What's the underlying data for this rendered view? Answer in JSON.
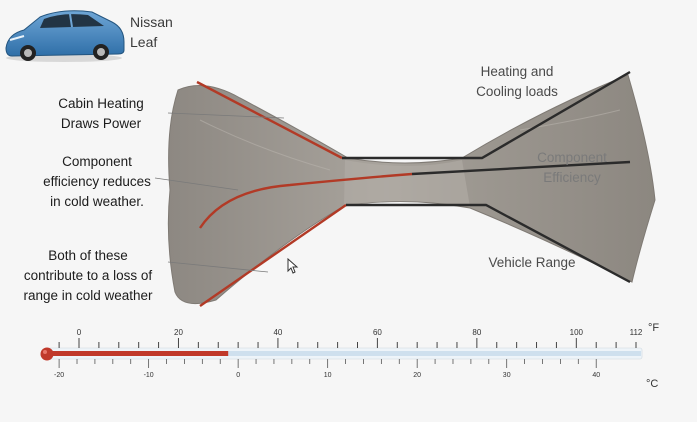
{
  "car": {
    "title_line1": "Nissan",
    "title_line2": "Leaf"
  },
  "labels_left": {
    "cabin_line1": "Cabin Heating",
    "cabin_line2": "Draws Power",
    "component_line1": "Component",
    "component_line2": "efficiency reduces",
    "component_line3": "in cold weather.",
    "both_line1": "Both of these",
    "both_line2": "contribute to a loss of",
    "both_line3": "range in cold weather"
  },
  "labels_right": {
    "heating_line1": "Heating and",
    "heating_line2": "Cooling loads",
    "efficiency_line1": "Component",
    "efficiency_line2": "Efficiency",
    "range": "Vehicle Range"
  },
  "thermometer": {
    "fahrenheit_unit": "°F",
    "celsius_unit": "°C",
    "fahrenheit_ticks": [
      "0",
      "20",
      "40",
      "60",
      "80",
      "100",
      "112"
    ],
    "celsius_ticks": [
      "-20",
      "-10",
      "0",
      "10",
      "20",
      "30",
      "40"
    ],
    "current_temp_f": 30
  },
  "colors": {
    "red_line": "#b23a26",
    "dark_line": "#2b2b2b",
    "bowtie_fill": "#9a958f",
    "thermo_red": "#c0392b",
    "thermo_blue": "#cfe0ee"
  }
}
